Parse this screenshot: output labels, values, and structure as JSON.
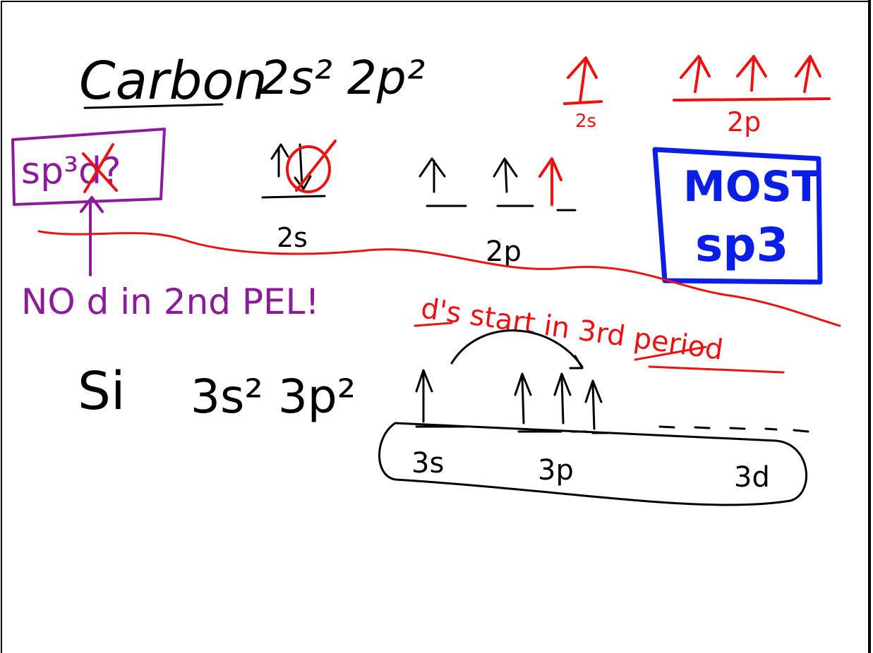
{
  "carbon": {
    "element": "Carbon",
    "config": "2s² 2p²",
    "ground_state": {
      "s_label": "2s",
      "p_label": "2p"
    },
    "excited_state": {
      "s_label": "2s",
      "p_label": "2p"
    }
  },
  "sp3d_note": {
    "box_text": "sp³d?",
    "arrow_note": "NO d in 2nd PEL!"
  },
  "most_box": {
    "line1": "MOST",
    "line2": "sp3"
  },
  "d_note": {
    "text": "d's start in 3rd period"
  },
  "silicon": {
    "element": "Si",
    "config": "3s² 3p²",
    "labels": {
      "s": "3s",
      "p": "3p",
      "d": "3d"
    }
  },
  "colors": {
    "black": "#000000",
    "red": "#ee1111",
    "blue": "#0a1ee6",
    "purple": "#8c1b9c"
  }
}
